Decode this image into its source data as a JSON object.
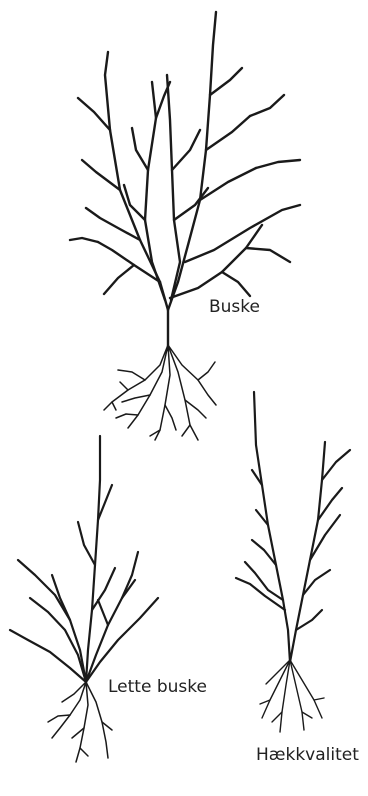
{
  "labels": {
    "buske": "Buske",
    "lette_buske": "Lette buske",
    "haekkvalitet": "Hækkvalitet"
  }
}
